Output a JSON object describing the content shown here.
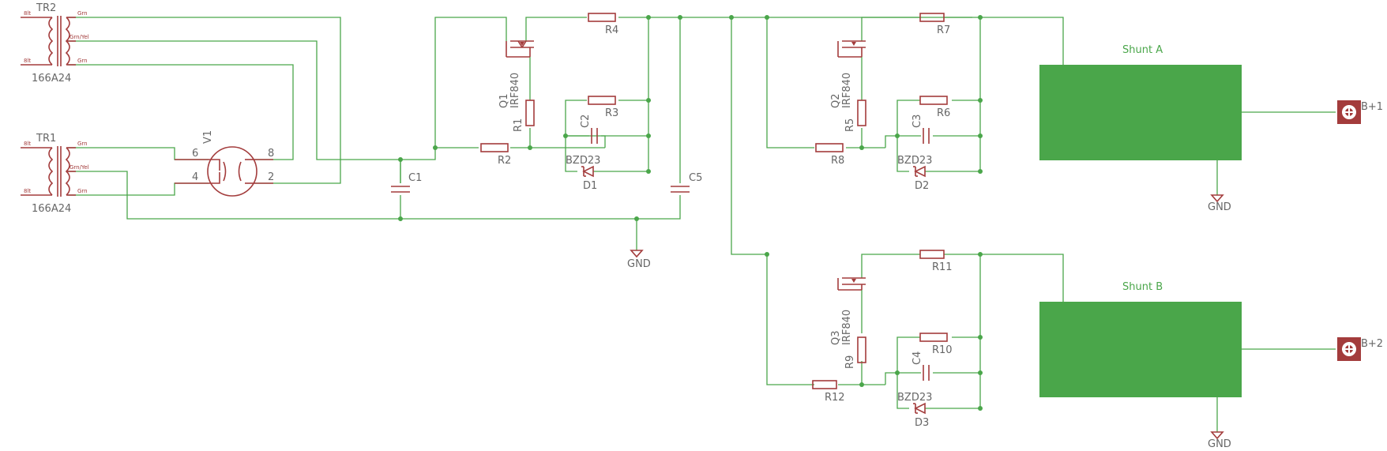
{
  "transformers": [
    {
      "ref": "TR2",
      "value": "166A24",
      "pin_left_top": "8lt",
      "pin_left_bottom": "8lt",
      "pin_right_top": "Grn",
      "pin_right_mid": "Grn/Yel",
      "pin_right_bottom": "Grn"
    },
    {
      "ref": "TR1",
      "value": "166A24",
      "pin_left_top": "8lt",
      "pin_left_bottom": "8lt",
      "pin_right_top": "Grn",
      "pin_right_mid": "Grn/Yel",
      "pin_right_bottom": "Grn"
    }
  ],
  "tube": {
    "ref": "V1",
    "pins": {
      "p6": "6",
      "p8": "8",
      "p4": "4",
      "p2": "2"
    }
  },
  "capacitors": {
    "c1": "C1",
    "c2": "C2",
    "c3": "C3",
    "c4": "C4",
    "c5": "C5"
  },
  "resistors": {
    "r1": "R1",
    "r2": "R2",
    "r3": "R3",
    "r4": "R4",
    "r5": "R5",
    "r6": "R6",
    "r7": "R7",
    "r8": "R8",
    "r9": "R9",
    "r10": "R10",
    "r11": "R11",
    "r12": "R12"
  },
  "mosfets": [
    {
      "ref": "Q1",
      "value": "IRF840"
    },
    {
      "ref": "Q2",
      "value": "IRF840"
    },
    {
      "ref": "Q3",
      "value": "IRF840"
    }
  ],
  "diodes": [
    {
      "ref": "D1",
      "value": "BZD23"
    },
    {
      "ref": "D2",
      "value": "BZD23"
    },
    {
      "ref": "D3",
      "value": "BZD23"
    }
  ],
  "grounds": {
    "g1": "GND",
    "g2": "GND",
    "g3": "GND"
  },
  "shunts": {
    "a": "Shunt A",
    "b": "Shunt B"
  },
  "outputs": {
    "b1": "B+1",
    "b2": "B+2"
  }
}
